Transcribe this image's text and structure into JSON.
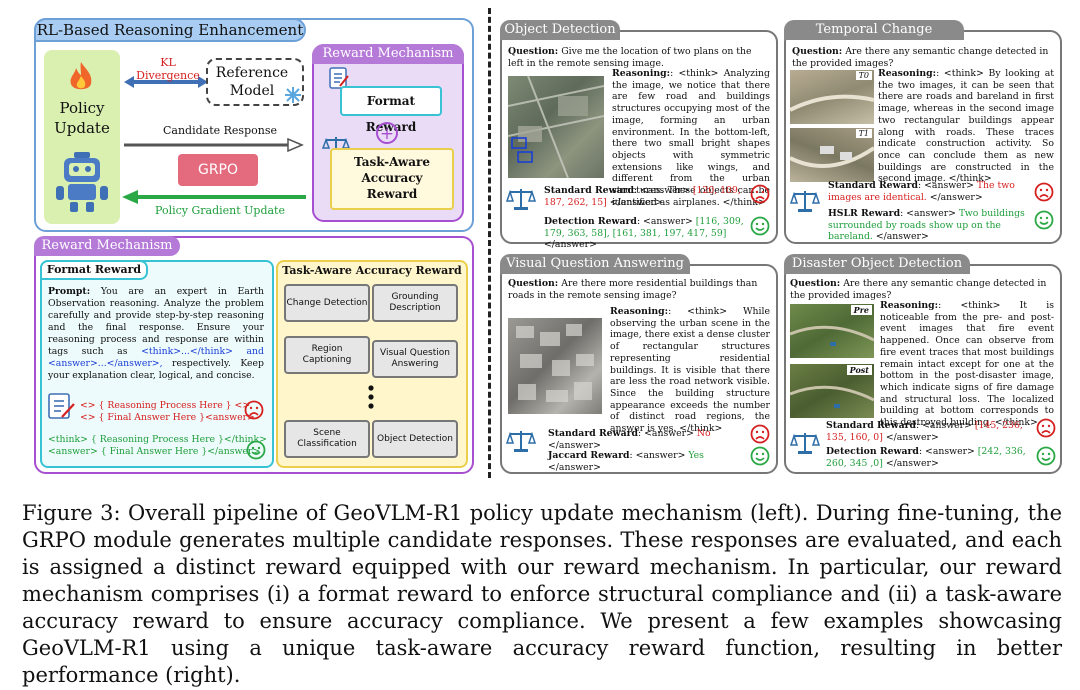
{
  "left_top": {
    "title": "RL-Based Reasoning Enhancement",
    "policy_label": "Policy\nUpdate",
    "kl_label": "KL Divergence",
    "reference_model": "Reference\nModel",
    "candidate_label": "Candidate Response",
    "grpo_label": "GRPO",
    "policy_gradient_label": "Policy Gradient Update",
    "reward_mechanism_title": "Reward Mechanism",
    "format_reward": "Format Reward",
    "task_reward": "Task-Aware\nAccuracy\nReward",
    "plus": "+"
  },
  "left_bottom": {
    "title": "Reward Mechanism",
    "format_title": "Format Reward",
    "prompt_label": "Prompt:",
    "prompt_text": "You are an expert in Earth Observation reasoning. Analyze the problem carefully and provide step-by-step reasoning and the final response. Ensure your reasoning process and response are within tags such as",
    "prompt_tags": "<think>...</think> and <answer>...</answer>,",
    "prompt_end": "respectively. Keep your explanation clear, logical, and concise.",
    "bad_line1": "<> { Reasoning Process Here } <>",
    "bad_line2": "<> { Final Answer Here }<answer>",
    "good_line1": "<think> { Reasoning Process Here }</think>",
    "good_line2": "<answer> { Final Answer Here }</answer>",
    "task_title": "Task-Aware Accuracy Reward",
    "tasks": [
      "Change Detection",
      "Grounding Description",
      "Region Captioning",
      "Visual Question Answering",
      "Scene Classification",
      "Object Detection"
    ]
  },
  "examples": {
    "object_detection": {
      "title": "Object Detection",
      "question_label": "Question:",
      "question": "Give me the location of two plans on the left in the remote sensing image.",
      "reasoning_label": "Reasoning:",
      "reasoning": ": <think> Analyzing the image, we notice that there are few road and buildings structures occupying most of the image, forming an urban environment. In the bottom-left, there two small bright shapes objects with symmetric extensions like wings, and different from the urban structures. These objects can be identified as airplanes. </think>",
      "standard_label": "Standard Reward",
      "standard_pre": ": <answer> ",
      "standard_value": "[120, 109, 187, 262, 15]",
      "standard_post": " </answer>",
      "detection_label": "Detection Reward",
      "detection_pre": ": <answer> ",
      "detection_value": "[116, 309, 179, 363, 58], [161, 381, 197, 417, 59]",
      "detection_post": " </answer>"
    },
    "temporal_change": {
      "title": "Temporal Change Detection",
      "question_label": "Question:",
      "question": "Are there any semantic change detected in the provided images?",
      "reasoning_label": "Reasoning:",
      "reasoning": ": <think> By looking at the two images, it can be seen that there are roads and bareland in first image, whereas in the second image two rectangular buildings appear along with roads. These traces indicate construction activity. So once can conclude them as new buildings are constructed in the second image. </think>",
      "t0": "T0",
      "t1": "T1",
      "standard_label": "Standard Reward",
      "standard_pre": ": <answer> ",
      "standard_value": "The two images are identical.",
      "standard_post": " </answer>",
      "hslr_label": "HSLR Reward",
      "hslr_pre": ": <answer> ",
      "hslr_value": "Two buildings surrounded by roads show up on the bareland.",
      "hslr_post": " </answer>"
    },
    "vqa": {
      "title": "Visual Question Answering",
      "question_label": "Question:",
      "question": "Are there more residential buildings than roads in the remote sensing image?",
      "reasoning_label": "Reasoning:",
      "reasoning": ": <think> While observing the urban scene in the image, there exist a dense cluster of rectangular structures representing residential buildings. It is visible that there are less the road network visible. Since the building structure appearance exceeds the number of distinct road regions, the answer is yes. </think>",
      "standard_label": "Standard Reward",
      "standard_pre": ": <answer> ",
      "standard_value": "No",
      "standard_post": " </answer>",
      "jaccard_label": "Jaccard Reward",
      "jaccard_pre": ": <answer> ",
      "jaccard_value": "Yes",
      "jaccard_post": " </answer>"
    },
    "disaster": {
      "title": "Disaster Object Detection",
      "question_label": "Question:",
      "question": "Are there any semantic change detected in the provided images?",
      "reasoning_label": "Reasoning:",
      "reasoning": ": <think> It is noticeable from the pre- and post-event images that fire event happened. Once can observe from fire event traces that most buildings remain intact except for one at the bottom in the post-disaster image, which indicate signs of fire damage and structural loss. The localized building at bottom corresponds to this destroyed building. </think>",
      "pre": "Pre",
      "post": "Post",
      "standard_label": "Standard Reward",
      "standard_pre": ": <answer> ",
      "standard_value": "[145, 236, 135, 160, 0]",
      "standard_post": " </answer>",
      "detection_label": "Detection Reward",
      "detection_pre": ": <answer> ",
      "detection_value": "[242, 336, 260, 345 ,0]",
      "detection_post": " </answer>"
    }
  },
  "caption": "Figure 3: Overall pipeline of GeoVLM-R1 policy update mechanism (left). During fine-tuning, the GRPO module generates multiple candidate responses. These responses are evaluated, and each is assigned a distinct reward equipped with our reward mechanism. In particular, our reward mechanism comprises (i) a format reward to enforce structural compliance and (ii) a task-aware accuracy reward to ensure accuracy compliance. We present a few examples showcasing GeoVLM-R1 using a unique task-aware accuracy reward function, resulting in better performance (right).",
  "colors": {
    "blue_accent": "#6ea0d8",
    "purple_accent": "#a64fd0",
    "cyan_accent": "#38c3d5",
    "yellow_accent": "#e9cf4c",
    "grpo": "#e46a7e",
    "red_text": "#d62020",
    "green_text": "#1f9e3c",
    "tag_blue": "#1a3fd6"
  },
  "icons": [
    "fire-icon",
    "snowflake-icon",
    "robot-icon",
    "checklist-icon",
    "balance-scale-icon",
    "sad-face-icon",
    "happy-face-icon"
  ]
}
